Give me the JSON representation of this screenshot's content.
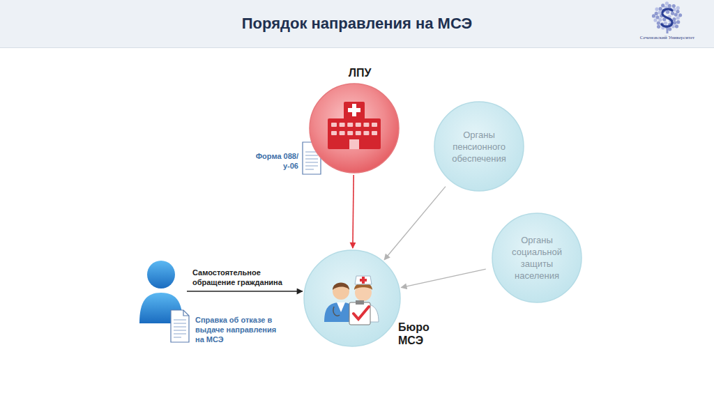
{
  "diagram": {
    "title": "Порядок направления на МСЭ",
    "nodes": [
      {
        "text": [
          "ЛПУ"
        ]
      },
      {
        "text": [
          "Органы пенсионного обеспечения"
        ]
      },
      {
        "text": [
          "Органы социальной защиты населения"
        ]
      },
      {
        "text": [
          "Бюро МСЭ"
        ]
      },
      {
        "text": [
          "Справка об отказе в выдаче направления на МСЭ"
        ]
      }
    ],
    "edges": [
      {
        "from": 0,
        "to": 3,
        "arrow": "to"
      },
      {
        "from": 1,
        "to": 3,
        "arrow": "to"
      },
      {
        "from": 2,
        "to": 3,
        "arrow": "to"
      },
      {
        "from": 4,
        "to": 3,
        "label": "Самостоятельное обращение гражданина",
        "arrow": "to"
      }
    ],
    "labels": [
      "Форма 088/у-06",
      "Сеченовский Университет"
    ]
  }
}
